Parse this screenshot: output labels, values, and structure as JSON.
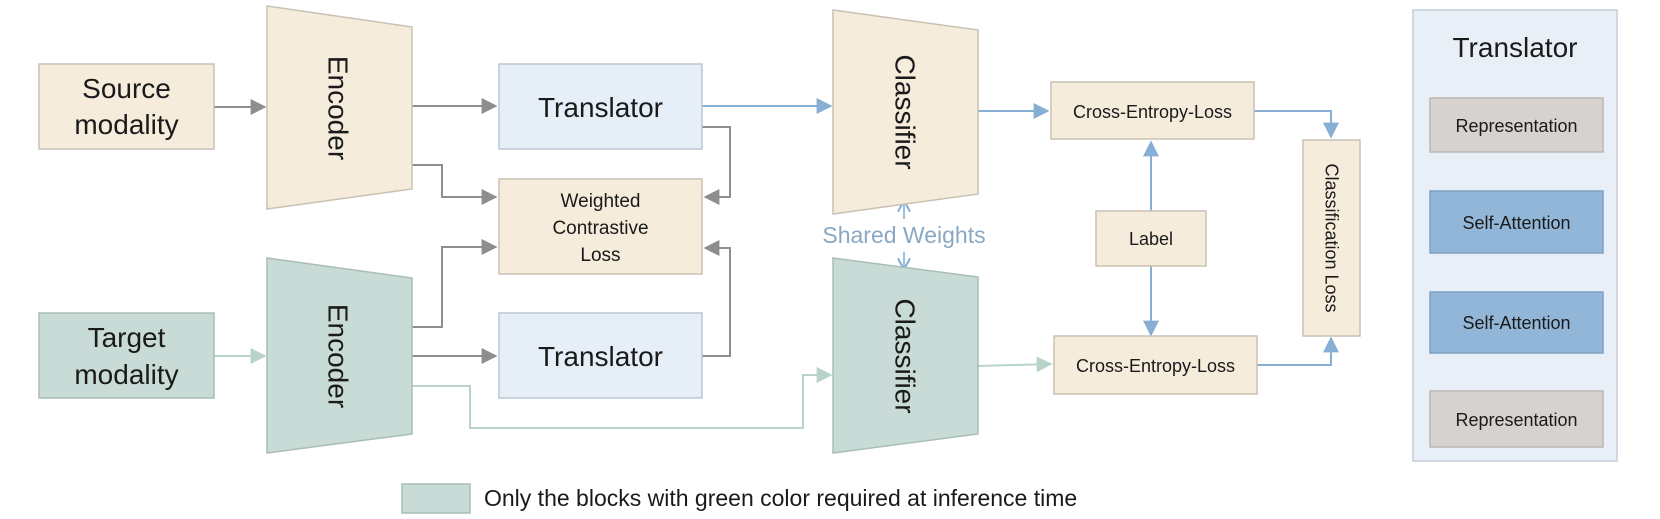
{
  "blocks": {
    "source_modality": [
      "Source",
      "modality"
    ],
    "target_modality": [
      "Target",
      "modality"
    ],
    "encoder_top": "Encoder",
    "encoder_bottom": "Encoder",
    "translator_top": "Translator",
    "translator_bottom": "Translator",
    "weighted_loss": [
      "Weighted",
      "Contrastive",
      "Loss"
    ],
    "classifier_top": "Classifier",
    "classifier_bottom": "Classifier",
    "shared_weights": "Shared Weights",
    "ce_loss_top": "Cross-Entropy-Loss",
    "ce_loss_bottom": "Cross-Entropy-Loss",
    "label": "Label",
    "classification_loss": "Classification Loss"
  },
  "translator_detail": {
    "title": "Translator",
    "layers": [
      "Representation",
      "Self-Attention",
      "Self-Attention",
      "Representation"
    ]
  },
  "legend": {
    "text": "Only the blocks with green color required at inference time"
  },
  "colors": {
    "cream": "#f5ecdc",
    "light_blue": "#e6eef7",
    "green": "#c9dbd6",
    "grey_box": "#d6d2cf",
    "attention_blue": "#92b6d7",
    "panel": "#e8eff7",
    "arrow_grey": "#8e8e8e",
    "arrow_blue": "#86afd3",
    "arrow_green": "#b9d3cb",
    "shared_text": "#8aa8c4"
  }
}
